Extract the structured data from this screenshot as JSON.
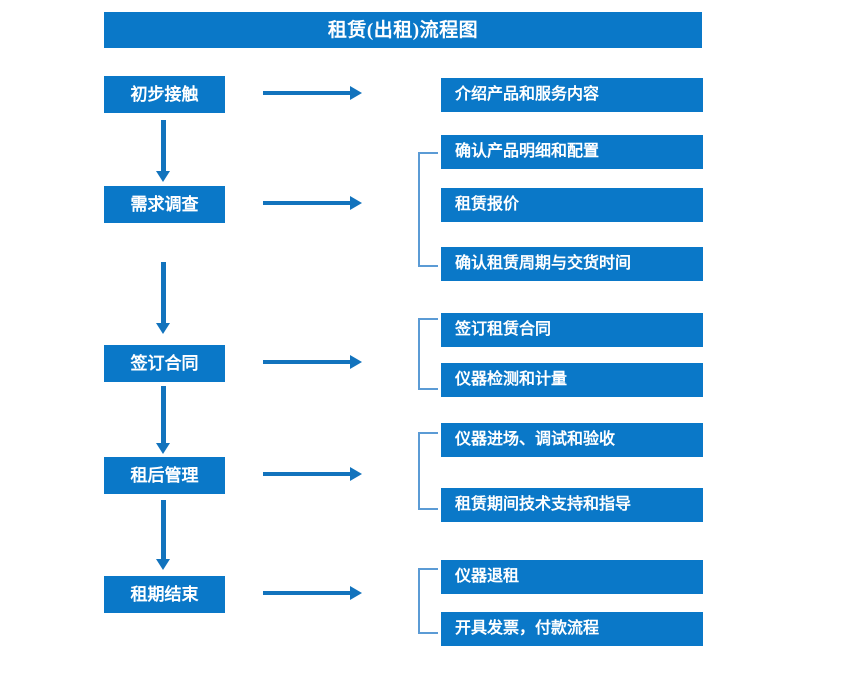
{
  "header": {
    "title": "租赁(出租)流程图"
  },
  "colors": {
    "box_blue": "#0a78c8",
    "arrow_blue": "#1273bd",
    "bracket_blue": "#5b9bd5",
    "text_white": "#ffffff",
    "background": "#ffffff"
  },
  "flow": {
    "stages": [
      {
        "label": "初步接触",
        "details": [
          "介绍产品和服务内容"
        ],
        "has_bracket": false
      },
      {
        "label": "需求调查",
        "details": [
          "确认产品明细和配置",
          "租赁报价",
          "确认租赁周期与交货时间"
        ],
        "has_bracket": true
      },
      {
        "label": "签订合同",
        "details": [
          "签订租赁合同",
          "仪器检测和计量"
        ],
        "has_bracket": true
      },
      {
        "label": "租后管理",
        "details": [
          "仪器进场、调试和验收",
          "租赁期间技术支持和指导"
        ],
        "has_bracket": true
      },
      {
        "label": "租期结束",
        "details": [
          "仪器退租",
          "开具发票，付款流程"
        ],
        "has_bracket": true
      }
    ],
    "connector_icons": {
      "stage_to_detail": "right-arrow-icon",
      "stage_to_stage": "down-arrow-icon",
      "detail_group": "group-bracket-icon"
    }
  }
}
